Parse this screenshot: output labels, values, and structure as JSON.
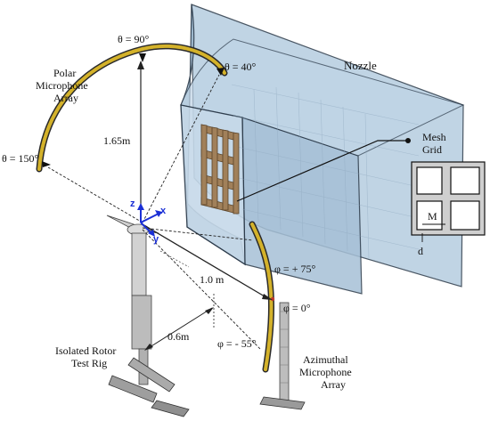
{
  "labels": {
    "polar_array": [
      "Polar",
      "Microphone",
      "Array"
    ],
    "nozzle": "Nozzle",
    "mesh_grid": [
      "Mesh",
      "Grid"
    ],
    "theta_90": "θ = 90°",
    "theta_40": "θ = 40°",
    "theta_150": "θ = 150°",
    "height": "1.65m",
    "phi_plus75": "φ = + 75°",
    "phi_0": "φ = 0°",
    "phi_minus55": "φ = - 55°",
    "dist_1m": "1.0 m",
    "dist_06m": "0.6m",
    "rotor_rig": [
      "Isolated Rotor",
      "Test Rig"
    ],
    "azimuthal_array": [
      "Azimuthal",
      "Microphone",
      "Array"
    ],
    "mesh_M": "M",
    "mesh_d": "d",
    "axis_x": "x",
    "axis_y": "y",
    "axis_z": "z"
  },
  "colors": {
    "nozzle_fill": "#a9c4d9",
    "nozzle_edge": "#2b3a4a",
    "arc_gold": "#d4b22a",
    "grid_wood": "#9a7a52",
    "axis_blue": "#1a2fd6",
    "rig_grey": "#b8b8b8"
  }
}
